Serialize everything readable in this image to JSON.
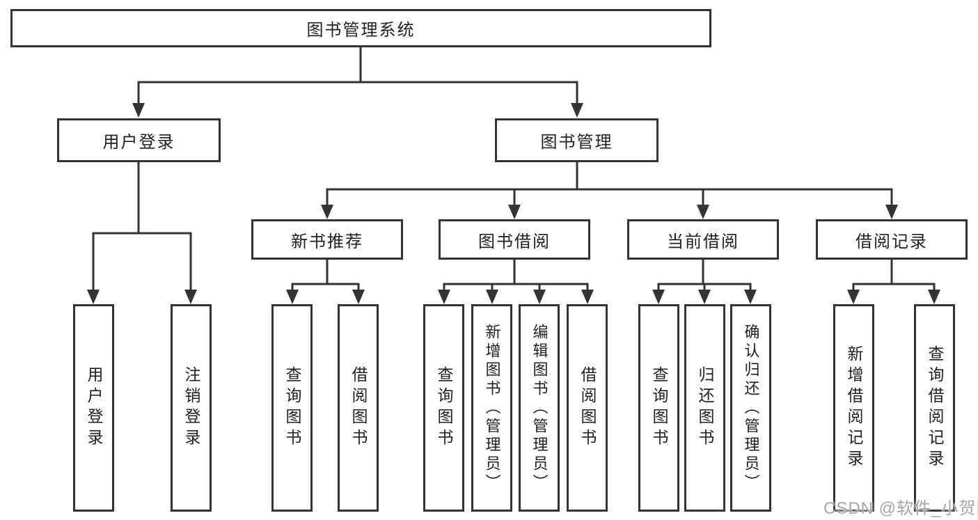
{
  "diagram": {
    "background": "#ffffff",
    "line_color": "#333333",
    "text_color": "#1f1f1f",
    "nodes": {
      "root": "图书管理系统",
      "user_login": "用户登录",
      "book_mgmt": "图书管理",
      "new_book": "新书推荐",
      "borrow": "图书借阅",
      "current": "当前借阅",
      "records": "借阅记录"
    },
    "leaves": {
      "user_login": [
        "用户登录",
        "注销登录"
      ],
      "new_book": [
        "查询图书",
        "借阅图书"
      ],
      "borrow": [
        "查询图书",
        "新增图书（管理员）",
        "编辑图书（管理员）",
        "借阅图书"
      ],
      "current": [
        "查询图书",
        "归还图书",
        "确认归还（管理员）"
      ],
      "records": [
        "新增借阅记录",
        "查询借阅记录"
      ]
    }
  },
  "watermark": {
    "text": "CSDN @软件_小贺同学",
    "color": "#a6a6a6"
  }
}
